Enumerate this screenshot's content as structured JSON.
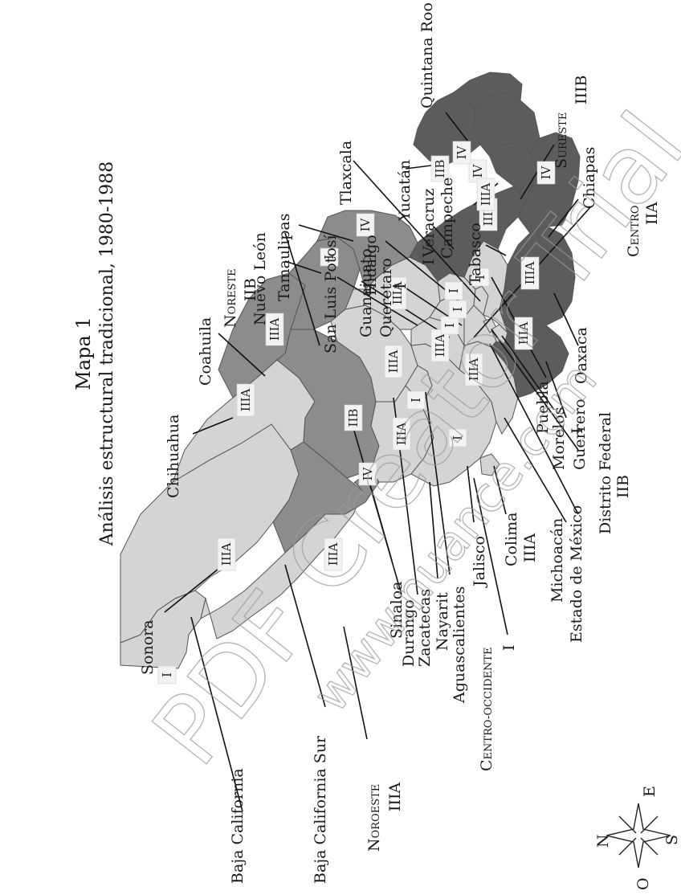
{
  "title": {
    "line1": "Mapa 1",
    "line2": "Análisis estructural tradicional, 1980-1988"
  },
  "watermark": {
    "text": "PDF Creator Trial",
    "url_text": "www.nuance.com"
  },
  "colors": {
    "light": "#d4d4d4",
    "medium": "#8c8c8c",
    "dark": "#5c5c5c",
    "border": "#555555"
  },
  "compass": {
    "n": "N",
    "e": "E",
    "s": "S",
    "o": "O"
  },
  "states": [
    {
      "name": "Baja California",
      "class": "I"
    },
    {
      "name": "Baja California Sur",
      "class": "IIIA"
    },
    {
      "name": "Sonora",
      "class": "IIIA"
    },
    {
      "name": "Chihuahua",
      "class": "IIIA"
    },
    {
      "name": "Coahuila",
      "class": "IIIA"
    },
    {
      "name": "Nuevo León",
      "class": "I"
    },
    {
      "name": "Tamaulipas",
      "class": "IV"
    },
    {
      "name": "Sinaloa",
      "class": "IV"
    },
    {
      "name": "Durango",
      "class": "IIB"
    },
    {
      "name": "Zacatecas",
      "class": "IIIA"
    },
    {
      "name": "San Luis Potosí",
      "class": "IIIA"
    },
    {
      "name": "Nayarit",
      "class": "IIIA"
    },
    {
      "name": "Aguascalientes",
      "class": "I"
    },
    {
      "name": "Jalisco",
      "class": "I"
    },
    {
      "name": "Colima",
      "class": ""
    },
    {
      "name": "Guanajuato",
      "class": "IIIA"
    },
    {
      "name": "Querétaro",
      "class": "I"
    },
    {
      "name": "Hidalgo",
      "class": "I"
    },
    {
      "name": "Michoacán",
      "class": "IIIA"
    },
    {
      "name": "Estado de México",
      "class": ""
    },
    {
      "name": "Distrito Federal",
      "class": ""
    },
    {
      "name": "Morelos",
      "class": ""
    },
    {
      "name": "Tlaxcala",
      "class": "I"
    },
    {
      "name": "Puebla",
      "class": "I"
    },
    {
      "name": "Guerrero",
      "class": "IIIA"
    },
    {
      "name": "Veracruz",
      "class": "IIIB"
    },
    {
      "name": "Oaxaca",
      "class": "IIIA"
    },
    {
      "name": "Tabasco",
      "class": "IV"
    },
    {
      "name": "Campeche",
      "class": "IIIA"
    },
    {
      "name": "Chiapas",
      "class": "IV"
    },
    {
      "name": "Yucatán",
      "class": "IIB"
    },
    {
      "name": "Quintana Roo",
      "class": "IV"
    }
  ],
  "regions": [
    {
      "name_cap": "N",
      "name_rest": "OROESTE",
      "class": "IIIA"
    },
    {
      "name_cap": "N",
      "name_rest": "ORESTE",
      "class": "IIB"
    },
    {
      "name_cap": "C",
      "name_rest": "ENTRO-OCCIDENTE",
      "class": "I"
    },
    {
      "name_cap": "C",
      "name_rest": "ENTRO",
      "class": "IIA"
    },
    {
      "name_cap": "S",
      "name_rest": "URESTE",
      "class": "IIIB"
    }
  ],
  "extra_values": {
    "morelos_value": "I",
    "distrito_federal_value": "IIB",
    "colima_value": "IIIA",
    "veracruz_prefix": "I"
  }
}
